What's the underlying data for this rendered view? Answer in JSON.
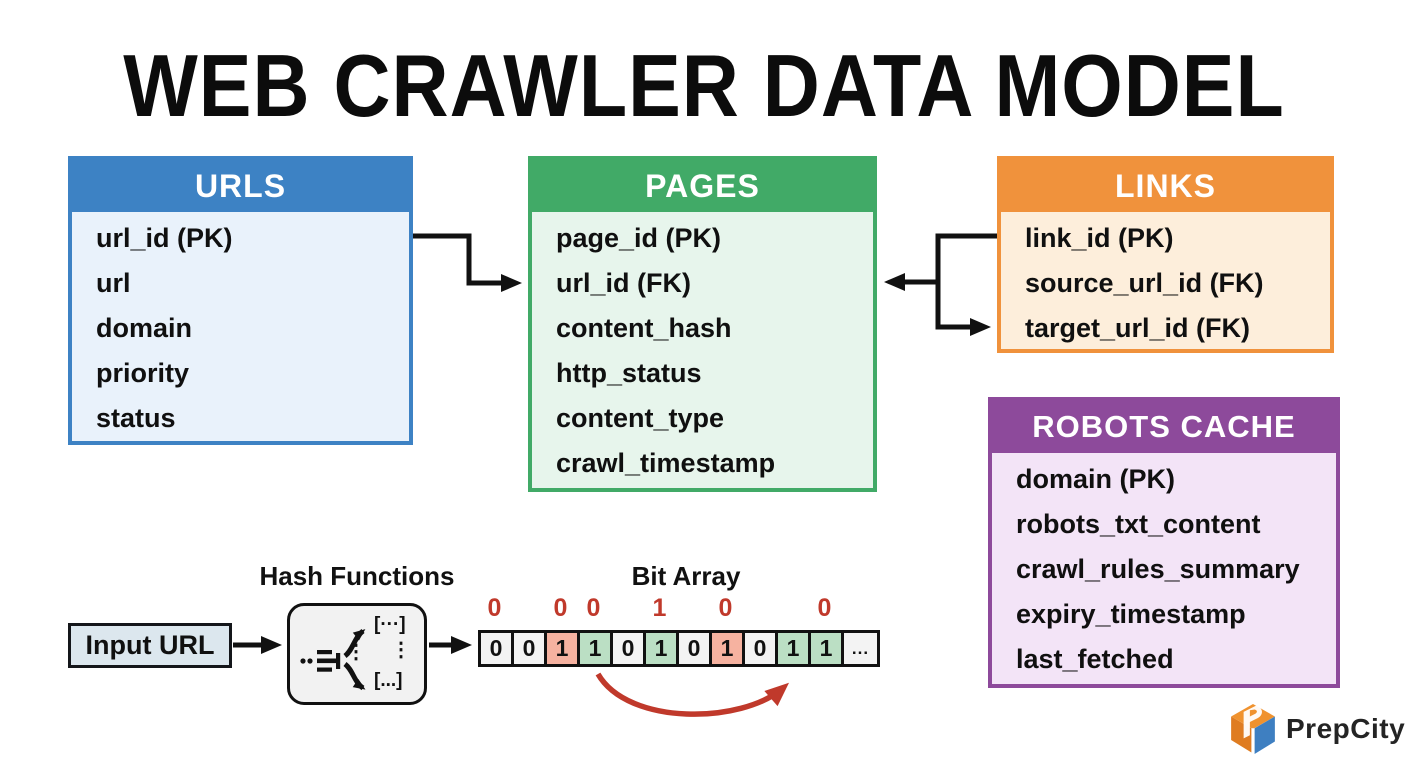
{
  "title": "WEB CRAWLER DATA MODEL",
  "tables": [
    {
      "id": "urls",
      "title": "URLS",
      "fields": [
        "url_id (PK)",
        "url",
        "domain",
        "priority",
        "status"
      ]
    },
    {
      "id": "pages",
      "title": "PAGES",
      "fields": [
        "page_id (PK)",
        "url_id (FK)",
        "content_hash",
        "http_status",
        "content_type",
        "crawl_timestamp"
      ]
    },
    {
      "id": "links",
      "title": "LINKS",
      "fields": [
        "link_id (PK)",
        "source_url_id (FK)",
        "target_url_id (FK)"
      ]
    },
    {
      "id": "robots",
      "title": "ROBOTS CACHE",
      "fields": [
        "domain (PK)",
        "robots_txt_content",
        "crawl_rules_summary",
        "expiry_timestamp",
        "last_fetched"
      ]
    }
  ],
  "bloom": {
    "input_label": "Input URL",
    "hash_label": "Hash Functions",
    "bit_array_label": "Bit Array",
    "hash_output_top": "[···]",
    "hash_output_bottom": "[...]",
    "hash_dots": "⋮",
    "bit_cells": [
      {
        "value": "0",
        "state": "empty",
        "top_label": "0"
      },
      {
        "value": "0",
        "state": "empty",
        "top_label": ""
      },
      {
        "value": "1",
        "state": "salmon",
        "top_label": "0"
      },
      {
        "value": "1",
        "state": "green",
        "top_label": "0"
      },
      {
        "value": "0",
        "state": "empty",
        "top_label": ""
      },
      {
        "value": "1",
        "state": "green",
        "top_label": "1"
      },
      {
        "value": "0",
        "state": "empty",
        "top_label": ""
      },
      {
        "value": "1",
        "state": "salmon",
        "top_label": "0"
      },
      {
        "value": "0",
        "state": "empty",
        "top_label": ""
      },
      {
        "value": "1",
        "state": "green",
        "top_label": ""
      },
      {
        "value": "1",
        "state": "green",
        "top_label": "0"
      },
      {
        "value": "...",
        "state": "empty",
        "top_label": ""
      }
    ]
  },
  "logo": {
    "text": "PrepCity"
  },
  "colors": {
    "urls_header": "#3d82c4",
    "urls_body": "#e9f2fb",
    "pages_header": "#41aa67",
    "pages_body": "#e7f5ec",
    "links_header": "#f0923c",
    "links_body": "#fdeedb",
    "robots_header": "#8d4a9b",
    "robots_body": "#f3e4f7",
    "bit_empty": "#f3f3f3",
    "bit_salmon": "#f6b2a0",
    "bit_green": "#bbdfc4",
    "red_accent": "#c0392b",
    "input_box_bg": "#dce7ee",
    "logo_orange": "#f0922e",
    "logo_orange_dark": "#df7c21",
    "logo_blue": "#3e7fc1"
  }
}
